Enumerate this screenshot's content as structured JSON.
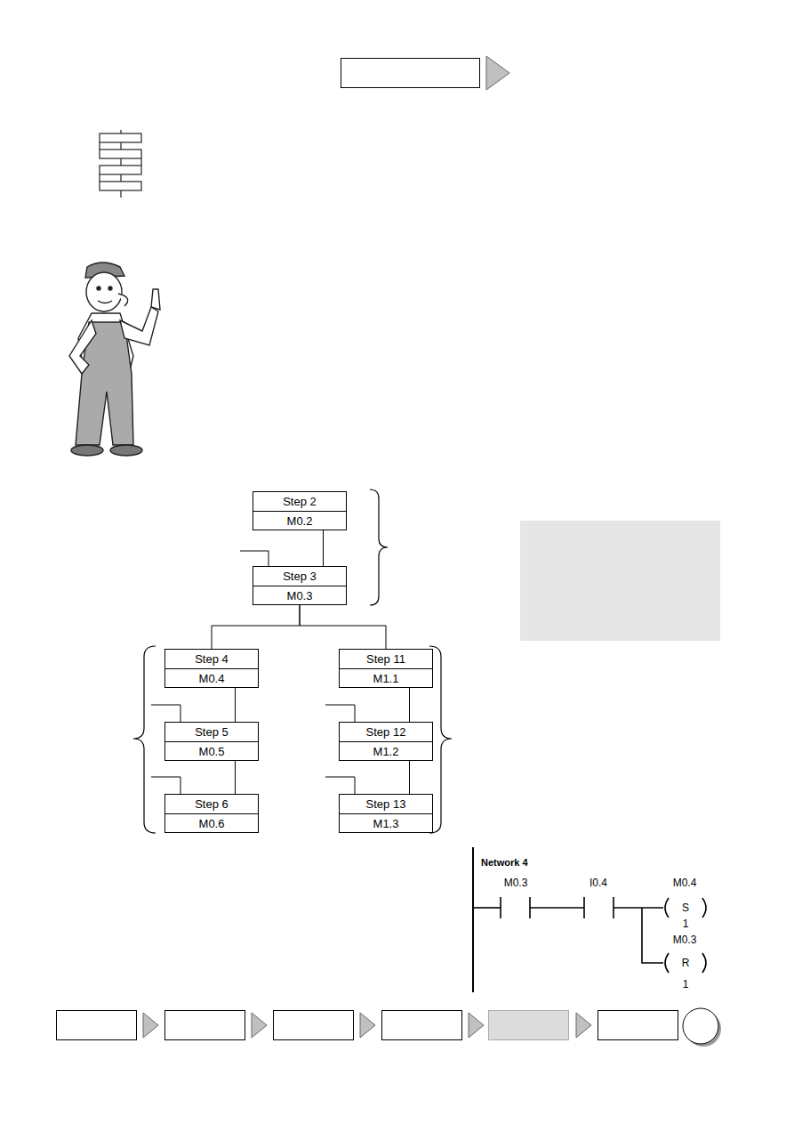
{
  "diagram": {
    "nodes": [
      {
        "text": [
          "Step 2",
          "M0.2"
        ]
      },
      {
        "text": [
          "Step 3",
          "M0.3"
        ]
      },
      {
        "text": [
          "Step 4",
          "M0.4"
        ]
      },
      {
        "text": [
          "Step 11",
          "M1.1"
        ]
      },
      {
        "text": [
          "Step 5",
          "M0.5"
        ]
      },
      {
        "text": [
          "Step 12",
          "M1.2"
        ]
      },
      {
        "text": [
          "Step 6",
          "M0.6"
        ]
      },
      {
        "text": [
          "Step 13",
          "M1.3"
        ]
      }
    ],
    "edges": [
      {
        "from": 0,
        "to": 1,
        "arrow": "none"
      },
      {
        "from": 1,
        "to": 2,
        "arrow": "none"
      },
      {
        "from": 1,
        "to": 3,
        "arrow": "none"
      },
      {
        "from": 2,
        "to": 4,
        "arrow": "none"
      },
      {
        "from": 4,
        "to": 6,
        "arrow": "none"
      },
      {
        "from": 3,
        "to": 5,
        "arrow": "none"
      },
      {
        "from": 5,
        "to": 7,
        "arrow": "none"
      }
    ],
    "labels": [
      "Network 4",
      "M0.3",
      "I0.4",
      "M0.4",
      "S",
      "1",
      "M0.3",
      "R",
      "1"
    ]
  }
}
